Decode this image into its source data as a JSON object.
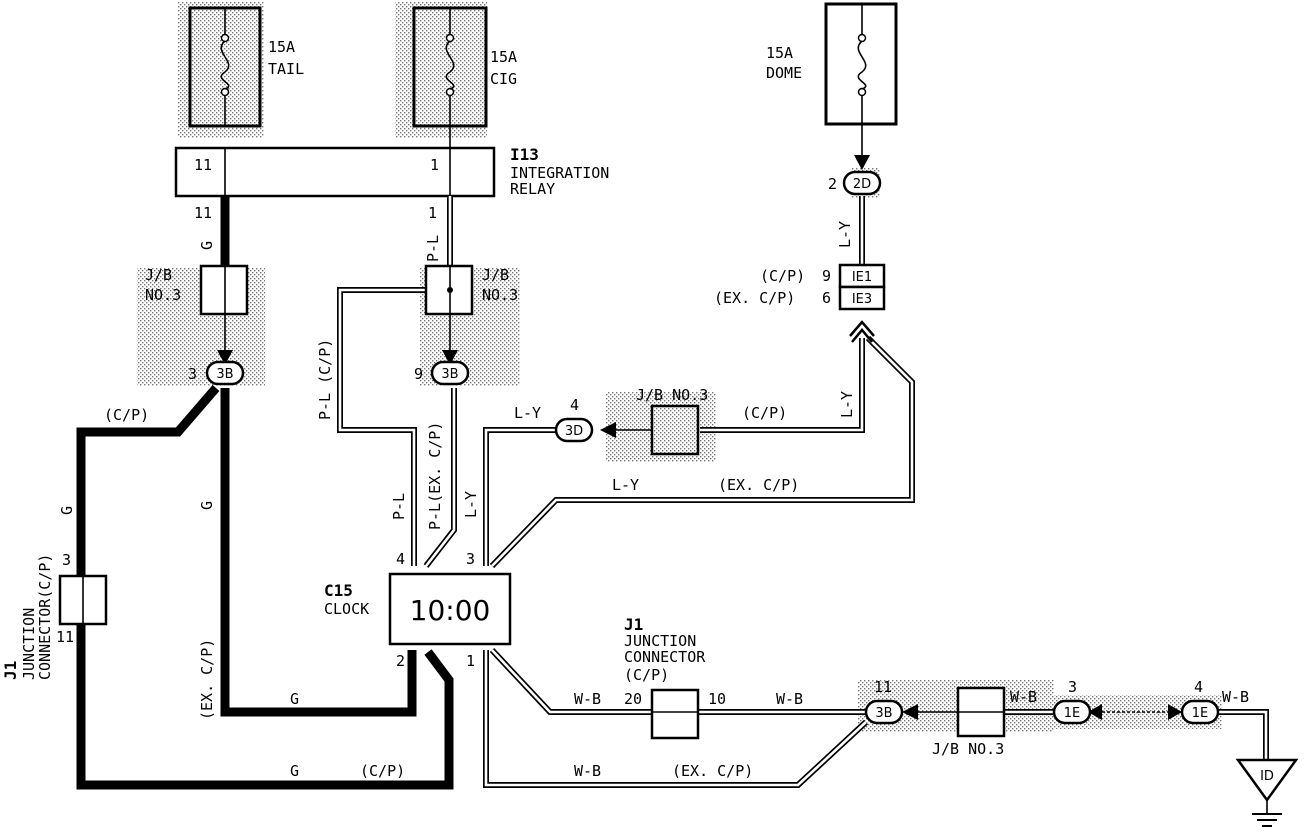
{
  "fuses": {
    "tail": {
      "amp": "15A",
      "name": "TAIL"
    },
    "cig": {
      "amp": "15A",
      "name": "CIG"
    },
    "dome": {
      "amp": "15A",
      "name": "DOME"
    }
  },
  "relay": {
    "id": "I13",
    "line1": "INTEGRATION",
    "line2": "RELAY",
    "pin_left": "11",
    "pin_right": "1"
  },
  "jb": {
    "left": {
      "line1": "J/B",
      "line2": "NO.3"
    },
    "right": {
      "line1": "J/B",
      "line2": "NO.3"
    },
    "mid": "J/B NO.3",
    "bottom": "J/B NO.3"
  },
  "connectors": {
    "c3b_left": "3B",
    "c3b_right": "3B",
    "c3d": "3D",
    "c2d": "2D",
    "ie1": "IE1",
    "ie3": "IE3",
    "c3b_bottom": "3B",
    "c1e_a": "1E",
    "c1e_b": "1E",
    "id": "ID"
  },
  "pins": {
    "p11_top": "11",
    "p1_top": "1",
    "p3": "3",
    "p9": "9",
    "p4_3d": "4",
    "p2_2d": "2",
    "p9_ie1": "9",
    "p6_ie3": "6",
    "clock_4": "4",
    "clock_3": "3",
    "clock_2": "2",
    "clock_1": "1",
    "j1l_3": "3",
    "j1l_11": "11",
    "j1_20": "20",
    "j1_10": "10",
    "b3_11": "11",
    "e_3": "3",
    "e_4": "4"
  },
  "ie_labels": {
    "cp": "(C/P)",
    "excp": "(EX. C/P)"
  },
  "clock": {
    "id": "C15",
    "name": "CLOCK",
    "display": "10:00"
  },
  "junction_left": {
    "id": "J1",
    "line1": "JUNCTION",
    "line2": "CONNECTOR(C/P)"
  },
  "junction_bottom": {
    "id": "J1",
    "line1": "JUNCTION",
    "line2": "CONNECTOR",
    "line3": "(C/P)"
  },
  "wires": {
    "g": "G",
    "pl": "P-L",
    "ly": "L-Y",
    "wb": "W-B",
    "cp": "(C/P)",
    "excp": "(EX. C/P)",
    "excp_b": "(EX. C/P)",
    "pl_cp": "P-L (C/P)",
    "pl_excp": "P-L(EX. C/P)",
    "excp_g": "(EX. C/P)",
    "jc_cp": "JUNCTION"
  }
}
